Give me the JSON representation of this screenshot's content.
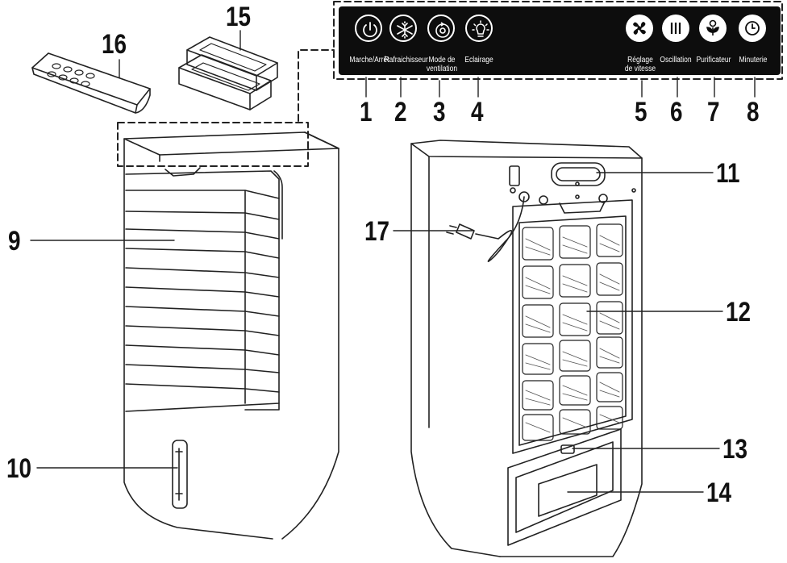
{
  "controls": {
    "marche_arret": "Marche/Arrêt",
    "rafraichisseur": "Rafraichisseur",
    "mode_ventilation_line1": "Mode de",
    "mode_ventilation_line2": "ventilation",
    "eclairage": "Eclairage",
    "reglage_vitesse_line1": "Réglage",
    "reglage_vitesse_line2": "de vitesse",
    "oscillation": "Oscillation",
    "purificateur": "Purificateur",
    "minuterie": "Minuterie"
  },
  "callouts": {
    "n1": "1",
    "n2": "2",
    "n3": "3",
    "n4": "4",
    "n5": "5",
    "n6": "6",
    "n7": "7",
    "n8": "8",
    "n9": "9",
    "n10": "10",
    "n11": "11",
    "n12": "12",
    "n13": "13",
    "n14": "14",
    "n15": "15",
    "n16": "16",
    "n17": "17"
  },
  "icons": {
    "btn1": "power-icon",
    "btn2": "snowflake-icon",
    "btn3": "fan-mode-icon",
    "btn4": "light-bulb-icon",
    "btn5": "fan-speed-icon",
    "btn6": "oscillation-icon",
    "btn7": "purifier-icon",
    "btn8": "timer-icon"
  },
  "colors": {
    "panel": "#0d0d0d",
    "line": "#222222",
    "text": "#111111"
  }
}
